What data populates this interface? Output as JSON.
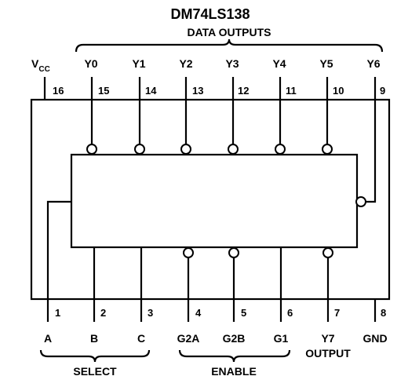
{
  "title": "DM74LS138",
  "labels": {
    "data_outputs": "DATA OUTPUTS",
    "select": "SELECT",
    "enable": "ENABLE",
    "output": "OUTPUT",
    "vcc_main": "V",
    "vcc_sub": "CC"
  },
  "top_pins": [
    {
      "name": "Y0",
      "num": "15"
    },
    {
      "name": "Y1",
      "num": "14"
    },
    {
      "name": "Y2",
      "num": "13"
    },
    {
      "name": "Y3",
      "num": "12"
    },
    {
      "name": "Y4",
      "num": "11"
    },
    {
      "name": "Y5",
      "num": "10"
    },
    {
      "name": "Y6",
      "num": "9"
    }
  ],
  "vcc_pin_num": "16",
  "bottom_pins": [
    {
      "name": "A",
      "num": "1"
    },
    {
      "name": "B",
      "num": "2"
    },
    {
      "name": "C",
      "num": "3"
    },
    {
      "name": "G2A",
      "num": "4"
    },
    {
      "name": "G2B",
      "num": "5"
    },
    {
      "name": "G1",
      "num": "6"
    },
    {
      "name": "Y7",
      "num": "7"
    },
    {
      "name": "GND",
      "num": "8"
    }
  ]
}
